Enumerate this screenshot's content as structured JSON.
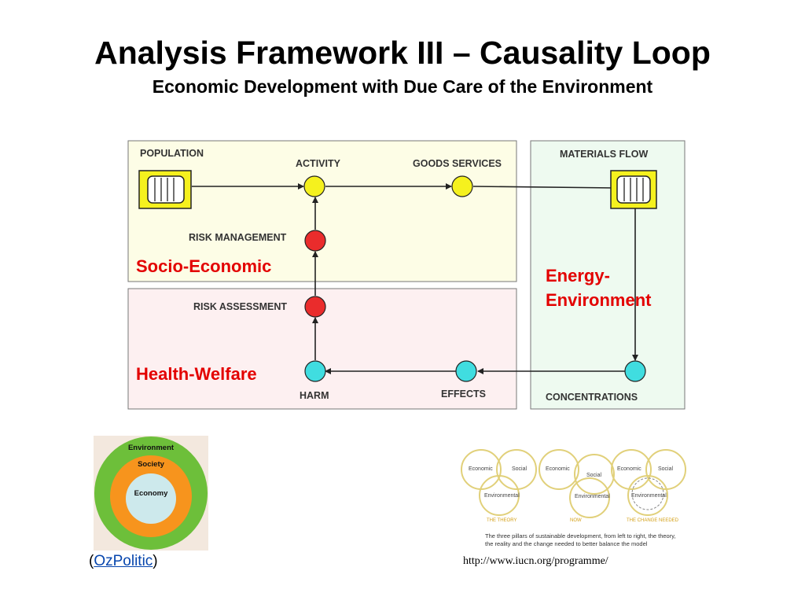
{
  "header": {
    "title": "Analysis Framework III – Causality Loop",
    "subtitle": "Economic Development with Due Care of the Environment"
  },
  "diagram": {
    "nodes": {
      "population": "POPULATION",
      "activity": "ACTIVITY",
      "goods_services": "GOODS SERVICES",
      "materials_flow": "MATERIALS FLOW",
      "risk_management": "RISK MANAGEMENT",
      "risk_assessment": "RISK ASSESSMENT",
      "harm": "HARM",
      "effects": "EFFECTS",
      "concentrations": "CONCENTRATIONS"
    },
    "regions": {
      "socio_economic": "Socio-Economic",
      "health_welfare": "Health-Welfare",
      "energy_line1": "Energy-",
      "energy_line2": "Environment"
    },
    "colors": {
      "socio_bg": "#fdfde6",
      "health_bg": "#fdf0f1",
      "energy_bg": "#eefaf0",
      "yellow_node": "#f5f11e",
      "red_node": "#ea2c2c",
      "cyan_node": "#40dde0",
      "region_label": "#e30000"
    }
  },
  "circle_model": {
    "outer": "Environment",
    "middle": "Society",
    "inner": "Economy",
    "colors": {
      "outer": "#6dbf3a",
      "middle": "#f7941d",
      "inner": "#cde9ec"
    }
  },
  "caption": {
    "open": "(",
    "link": "OzPolitic",
    "close": ")"
  },
  "pillars": {
    "labels": [
      "Economic",
      "Social",
      "Environmental"
    ],
    "captions": [
      "THE THEORY",
      "NOW",
      "THE CHANGE NEEDED"
    ],
    "note_line1": "The three pillars of sustainable development, from left to right, the theory,",
    "note_line2": "the reality and the change needed to better balance the model",
    "url": "http://www.iucn.org/programme/"
  }
}
